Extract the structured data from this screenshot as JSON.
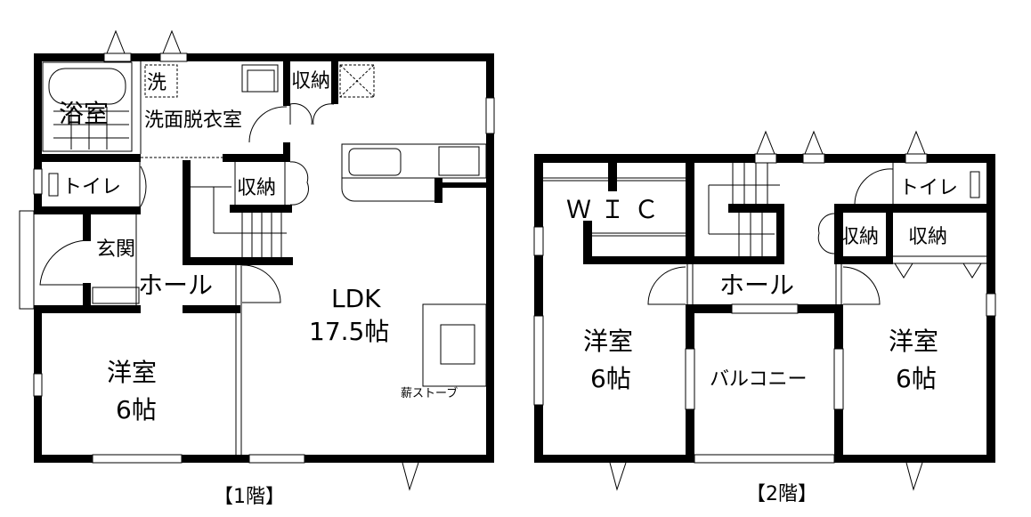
{
  "floor1": {
    "caption": "【1階】",
    "rooms": {
      "bath": "浴室",
      "washer": "洗",
      "washroom": "洗面脱衣室",
      "storage1": "収納",
      "storage2": "収納",
      "toilet": "トイレ",
      "entrance": "玄関",
      "hall": "ホール",
      "ldk_name": "LDK",
      "ldk_size": "17.5帖",
      "western_name": "洋室",
      "western_size": "6帖",
      "stove": "薪ストーブ"
    }
  },
  "floor2": {
    "caption": "【2階】",
    "rooms": {
      "wic": "ＷＩＣ",
      "toilet": "トイレ",
      "storage1": "収納",
      "storage2": "収納",
      "hall": "ホール",
      "west_left_name": "洋室",
      "west_left_size": "6帖",
      "balcony": "バルコニー",
      "west_right_name": "洋室",
      "west_right_size": "6帖"
    }
  }
}
